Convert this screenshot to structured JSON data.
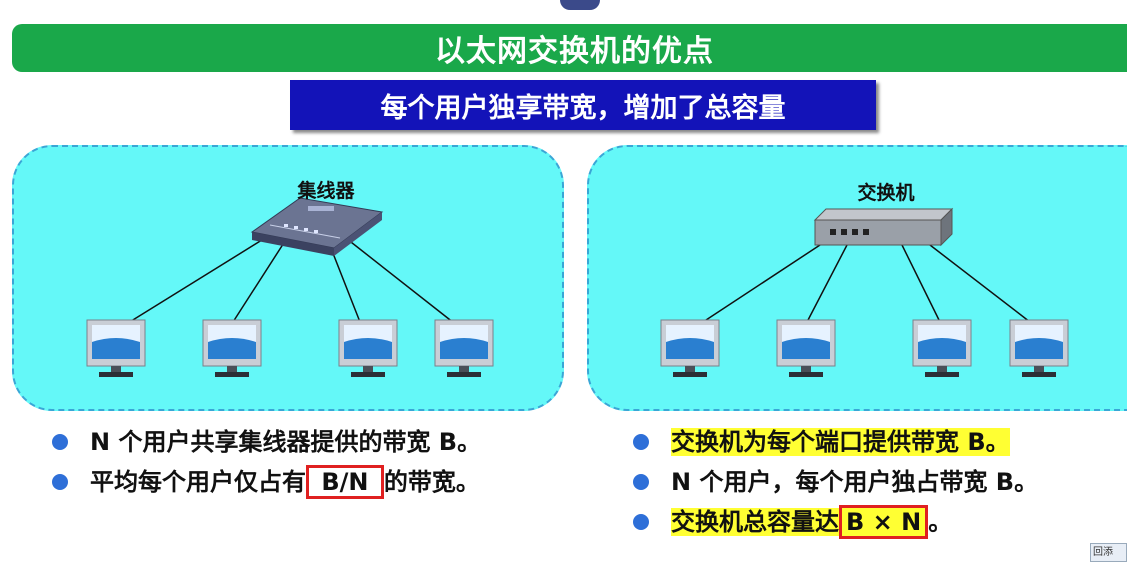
{
  "title": "以太网交换机的优点",
  "subtitle": "每个用户独享带宽，增加了总容量",
  "hub": {
    "label": "集线器",
    "bullets": [
      {
        "text": "N 个用户共享集线器提供的带宽 B。"
      },
      {
        "before": "平均每个用户仅占有",
        "boxed": " B/N ",
        "after": "的带宽。"
      }
    ]
  },
  "switch": {
    "label": "交换机",
    "bullets": [
      {
        "text": "交换机为每个端口提供带宽 B。",
        "highlight": true
      },
      {
        "text": "N 个用户，每个用户独占带宽 B。"
      },
      {
        "before": "交换机总容量达",
        "boxed": "B × N",
        "after": "。"
      }
    ]
  },
  "corner_text": "回添",
  "colors": {
    "title_bg": "#1aa84a",
    "subtitle_bg": "#1313b8",
    "network_bg": "#64f8f8",
    "highlight": "#ffff33",
    "box_border": "#e02020",
    "bullet": "#2e6fd8"
  },
  "icons": {
    "hub": "network-hub-icon",
    "switch": "network-switch-icon",
    "computer": "monitor-icon"
  }
}
